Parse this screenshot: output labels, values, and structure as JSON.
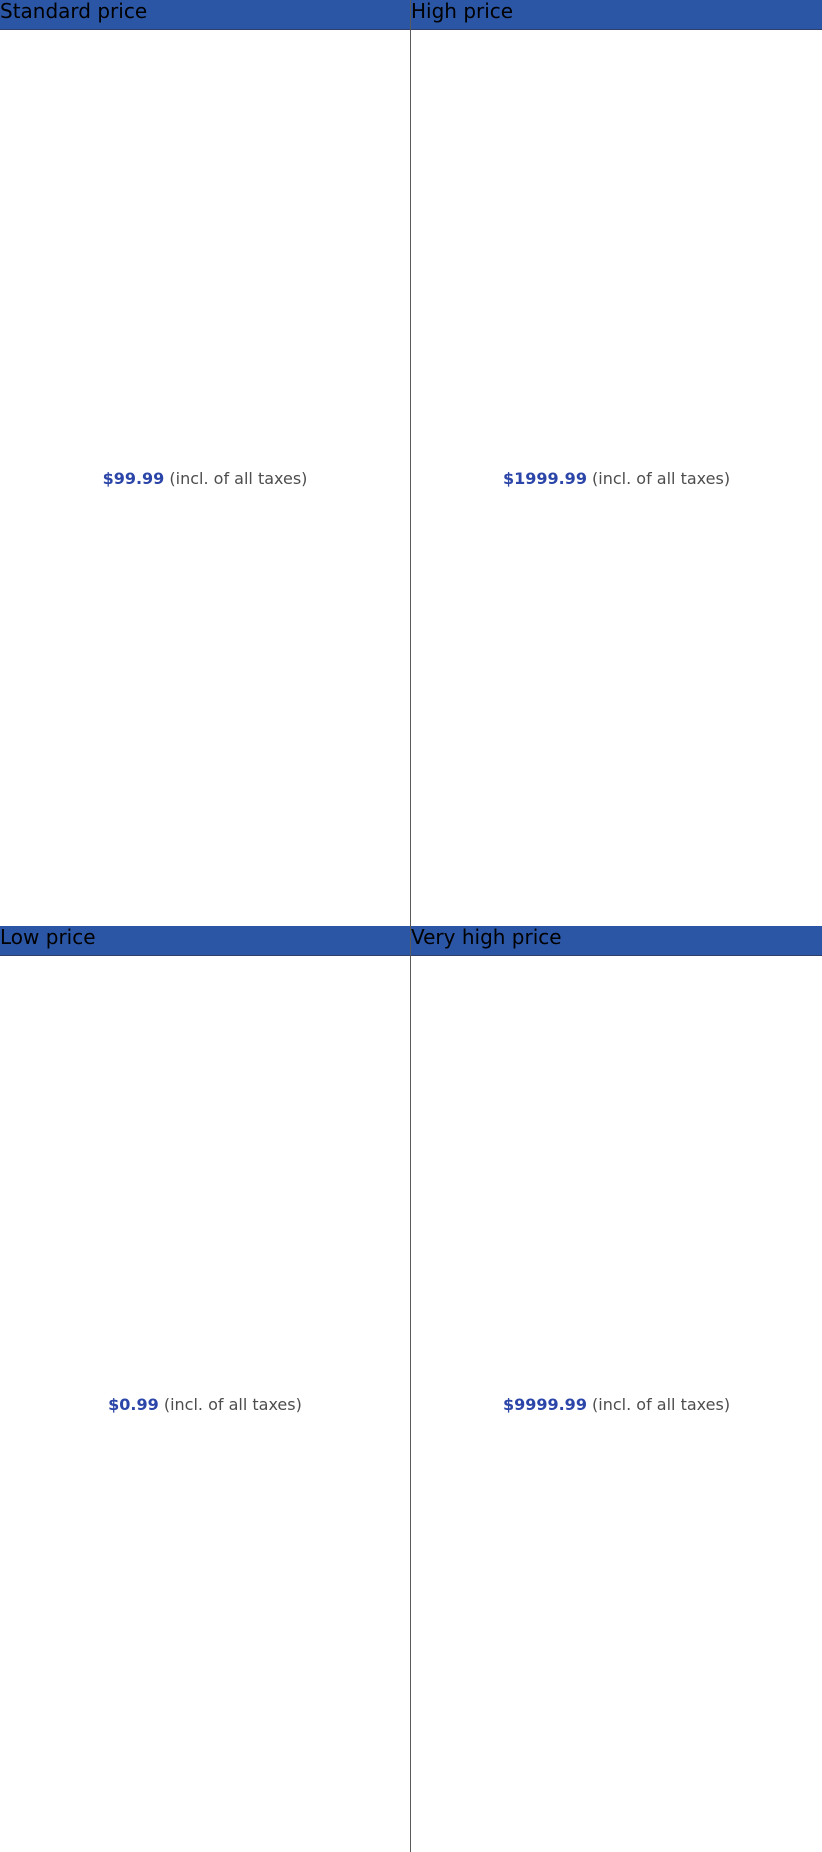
{
  "theme": {
    "header_bg": "#2b56a5",
    "price_color": "#2b46a8",
    "note_color": "#4d4d4d"
  },
  "cells": [
    {
      "title": "Standard price",
      "price": "$99.99",
      "note": "(incl. of all taxes)"
    },
    {
      "title": "High price",
      "price": "$1999.99",
      "note": "(incl. of all taxes)"
    },
    {
      "title": "Low price",
      "price": "$0.99",
      "note": "(incl. of all taxes)"
    },
    {
      "title": "Very high price",
      "price": "$9999.99",
      "note": "(incl. of all taxes)"
    }
  ]
}
